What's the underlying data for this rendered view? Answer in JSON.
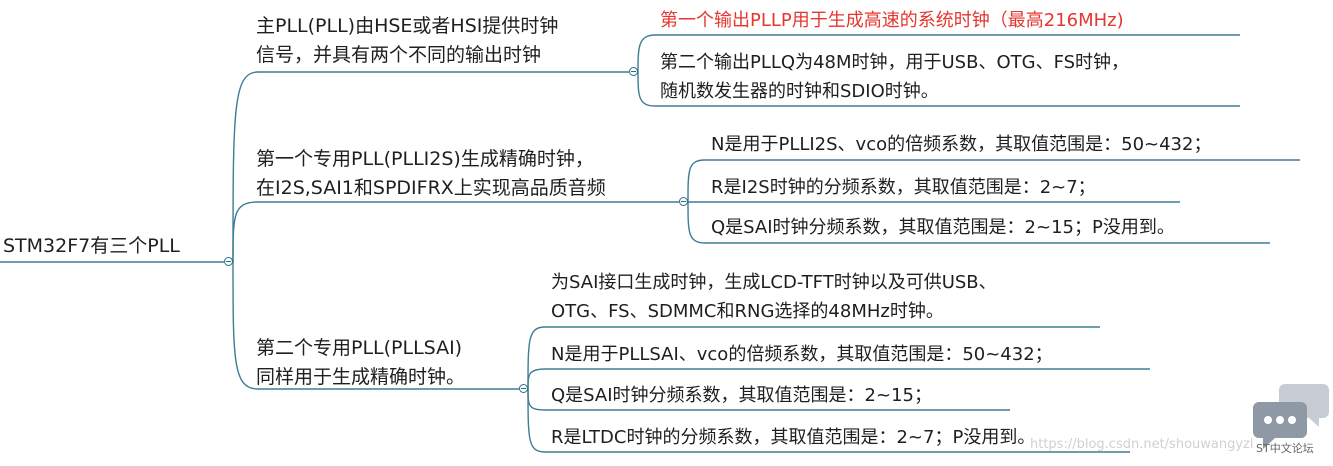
{
  "root": {
    "label": "STM32F7有三个PLL"
  },
  "branches": [
    {
      "lines": [
        "主PLL(PLL)由HSE或者HSI提供时钟",
        "信号，并具有两个不同的输出时钟"
      ],
      "children": [
        {
          "lines": [
            "第一个输出PLLP用于生成高速的系统时钟（最高216MHz)"
          ],
          "highlight": true
        },
        {
          "lines": [
            "第二个输出PLLQ为48M时钟，用于USB、OTG、FS时钟，",
            "随机数发生器的时钟和SDIO时钟。"
          ]
        }
      ]
    },
    {
      "lines": [
        "第一个专用PLL(PLLI2S)生成精确时钟，",
        "在I2S,SAI1和SPDIFRX上实现高品质音频"
      ],
      "children": [
        {
          "lines": [
            "N是用于PLLI2S、vco的倍频系数，其取值范围是：50~432；"
          ]
        },
        {
          "lines": [
            "R是I2S时钟的分频系数，其取值范围是：2~7；"
          ]
        },
        {
          "lines": [
            "Q是SAI时钟分频系数，其取值范围是：2~15；P没用到。"
          ]
        }
      ]
    },
    {
      "lines": [
        "第二个专用PLL(PLLSAI)",
        "同样用于生成精确时钟。"
      ],
      "children": [
        {
          "lines": [
            "为SAI接口生成时钟，生成LCD-TFT时钟以及可供USB、",
            "OTG、FS、SDMMC和RNG选择的48MHz时钟。"
          ]
        },
        {
          "lines": [
            "N是用于PLLSAI、vco的倍频系数，其取值范围是：50~432；"
          ]
        },
        {
          "lines": [
            "Q是SAI时钟分频系数，其取值范围是：2~15；"
          ]
        },
        {
          "lines": [
            "R是LTDC时钟的分频系数，其取值范围是：2~7；P没用到。"
          ]
        }
      ]
    }
  ],
  "watermark": "https://blog.csdn.net/shouwangyzl",
  "logo": {
    "icon": "chat-bubbles-icon",
    "caption": "ST中文论坛"
  },
  "colors": {
    "connector": "#3d7d93",
    "highlight_text": "#e5362f",
    "text": "#1f1f1f"
  }
}
